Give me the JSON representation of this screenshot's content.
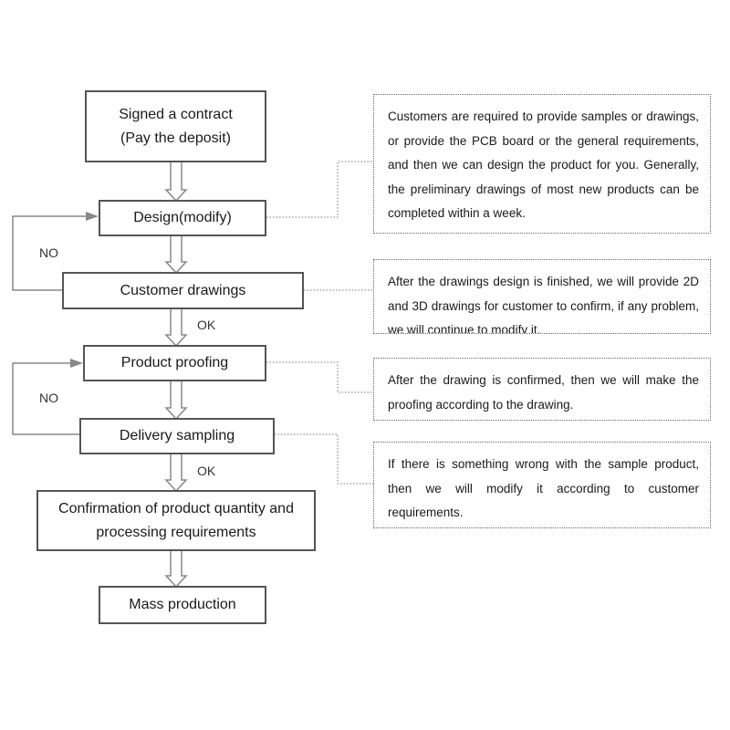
{
  "steps": {
    "contract_line1": "Signed a contract",
    "contract_line2": "(Pay the deposit)",
    "design": "Design(modify)",
    "customer_drawings": "Customer drawings",
    "product_proofing": "Product proofing",
    "delivery_sampling": "Delivery sampling",
    "confirmation_line1": "Confirmation of product quantity and",
    "confirmation_line2": "processing requirements",
    "mass_production": "Mass production"
  },
  "labels": {
    "no_1": "NO",
    "ok_1": "OK",
    "no_2": "NO",
    "ok_2": "OK"
  },
  "notes": {
    "design_note": "Customers are required to provide samples or drawings, or provide the PCB board or the general requirements, and then we can design the product for you. Generally, the preliminary drawings of most new products can be completed within a week.",
    "drawings_note": "After the drawings design is finished, we will provide 2D and 3D drawings for customer to confirm, if any problem, we will continue to modify it.",
    "proofing_note": "After the drawing is confirmed, then we will make the proofing according to the drawing.",
    "sampling_note": "If there is something wrong with the sample product, then we will modify it according to customer requirements."
  }
}
